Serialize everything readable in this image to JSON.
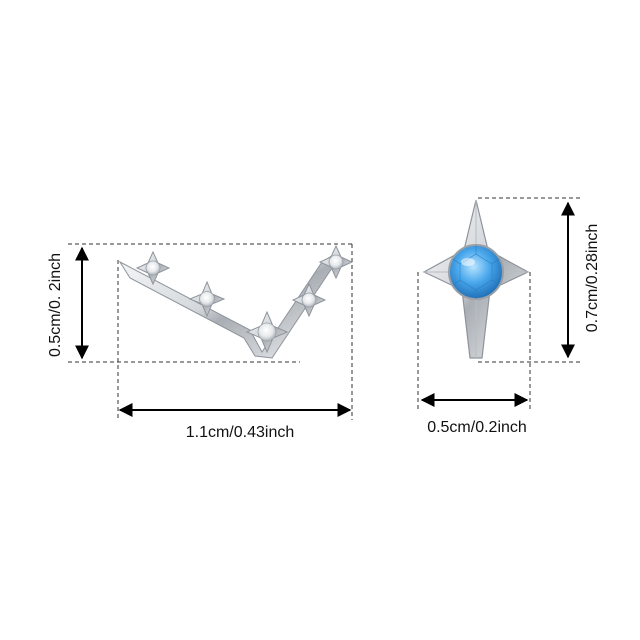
{
  "product": {
    "earring_left": "climber-constellation",
    "earring_right": "four-point-star-stud"
  },
  "dimensions": {
    "left_height": "0.5cm/0. 2inch",
    "left_width": "1.1cm/0.43inch",
    "right_height": "0.7cm/0.28inch",
    "right_width": "0.5cm/0.2inch"
  },
  "colors": {
    "metal": "#d9dde2",
    "metal_shadow": "#8e949b",
    "stone_clear": "#f2f4f6",
    "stone_blue": "#3ea3e6",
    "guide_line": "#333333"
  }
}
